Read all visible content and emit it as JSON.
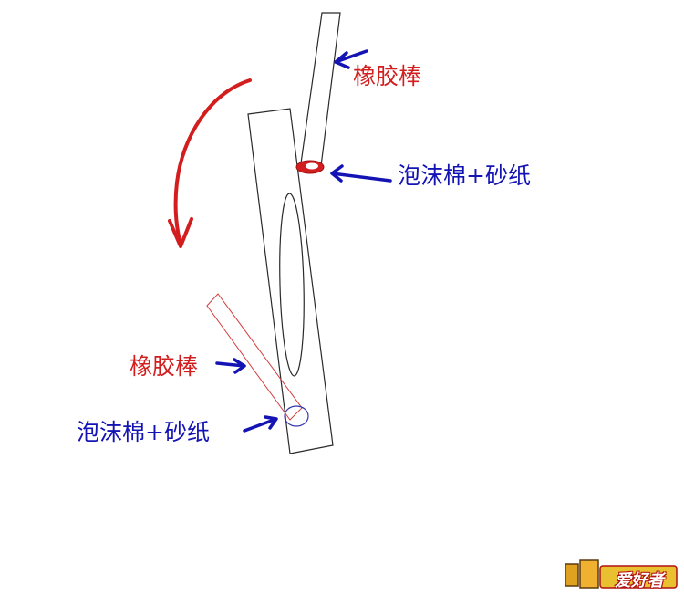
{
  "labels": {
    "rod_top": "橡胶棒",
    "foam_top": "泡沫棉+砂纸",
    "rod_bottom": "橡胶棒",
    "foam_bottom": "泡沫棉+砂纸"
  },
  "logo": {
    "text": "爱好者"
  },
  "colors": {
    "red": "#d21e1e",
    "blue": "#1414b4",
    "outline": "#2a2a2a",
    "faint_red": "#d33c3c"
  }
}
